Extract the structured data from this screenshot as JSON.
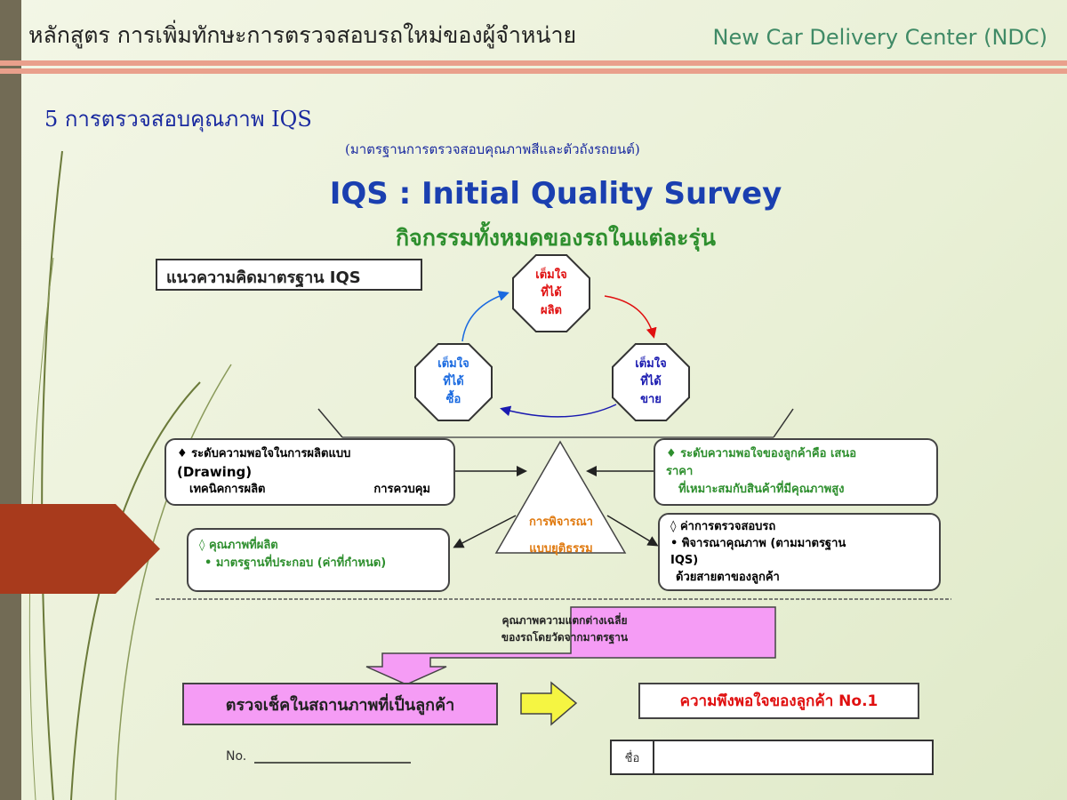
{
  "header": {
    "course_title": "หลักสูตร  การเพิ่มทักษะการตรวจสอบรถใหม่ของผู้จำหน่าย",
    "center_name": "New Car Delivery Center (NDC)"
  },
  "section": {
    "title": "5 การตรวจสอบคุณภาพ IQS",
    "subtitle": "(มาตรฐานการตรวจสอบคุณภาพสีและตัวถังรถยนต์)"
  },
  "diagram": {
    "title": "IQS : Initial Quality Survey",
    "subtitle": "กิจกรรมทั้งหมดของรถในแต่ละรุ่น",
    "concept_label": "แนวความคิดมาตรฐาน IQS",
    "cycle": [
      {
        "text": "เต็มใจ\nที่ได้\nผลิต",
        "color": "#e01010"
      },
      {
        "text": "เต็มใจ\nที่ได้\nขาย",
        "color": "#1a1ab0"
      },
      {
        "text": "เต็มใจ\nที่ได้\nซื้อ",
        "color": "#1a6ae0"
      }
    ],
    "left_top": {
      "line1": "♦ ระดับความพอใจในการผลิตแบบ",
      "line2": "(Drawing)",
      "left": "เทคนิคการผลิต",
      "right": "การควบคุม"
    },
    "right_top": {
      "line1": "♦ ระดับความพอใจของลูกค้าคือ เสนอ",
      "line2": "ราคา",
      "line3": "ที่เหมาะสมกับสินค้าที่มีคุณภาพสูง"
    },
    "center": {
      "line1": "การพิจารณา",
      "line2": "แบบยุติธรรม"
    },
    "left_bottom": {
      "line1": "◊ คุณภาพที่ผลิต",
      "line2": "•   มาตรฐานที่ประกอบ (ค่าที่กำหนด)"
    },
    "right_bottom": {
      "line1": "◊ ค่าการตรวจสอบรถ",
      "line2": "•   พิจารณาคุณภาพ (ตามมาตรฐาน",
      "line3": "IQS)",
      "line4": "ด้วยสายตาของลูกค้า"
    },
    "callout": "คุณภาพความแตกต่างเฉลี่ย\nของรถโดยวัดจากมาตรฐาน",
    "check": "ตรวจเช็คในสถานภาพที่เป็นลูกค้า",
    "result": "ความพึงพอใจของลูกค้า No.1",
    "no_label": "No.",
    "name_label": "ชื่อ"
  }
}
